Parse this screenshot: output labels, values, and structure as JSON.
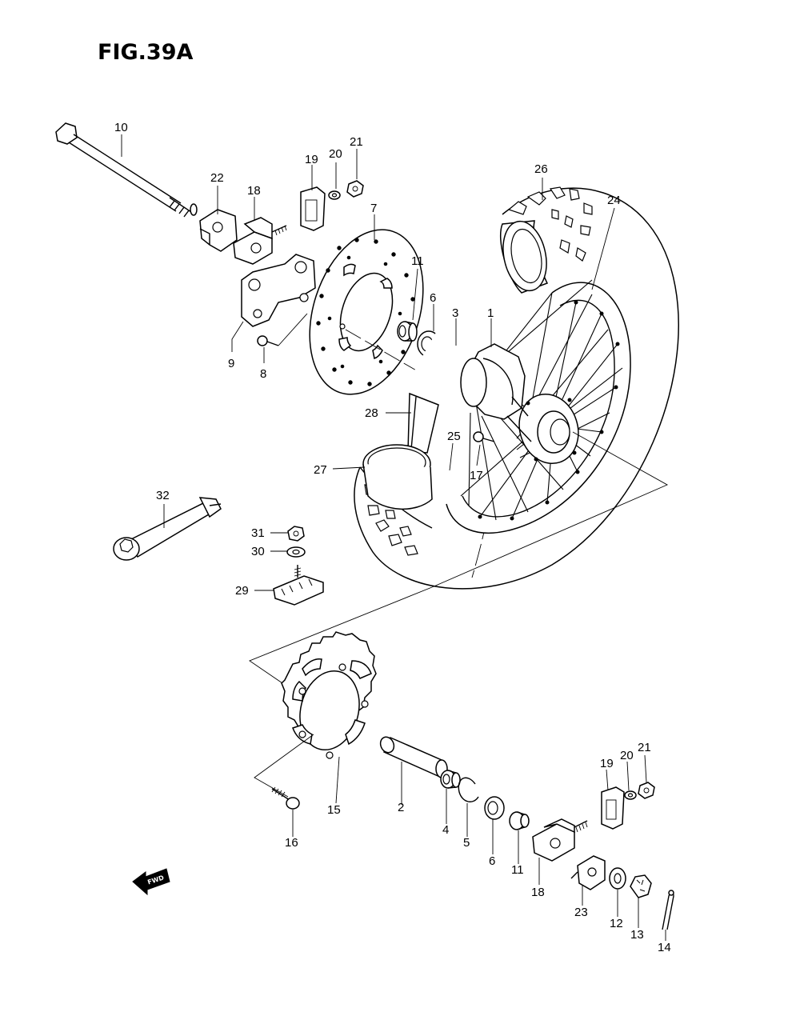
{
  "figure": {
    "title": "FIG.39A"
  },
  "fwd_badge": {
    "label": "FWD"
  },
  "callouts": [
    {
      "id": "c10a",
      "text": "10"
    },
    {
      "id": "c19a",
      "text": "19"
    },
    {
      "id": "c20a",
      "text": "20"
    },
    {
      "id": "c21a",
      "text": "21"
    },
    {
      "id": "c22",
      "text": "22"
    },
    {
      "id": "c18a",
      "text": "18"
    },
    {
      "id": "c26",
      "text": "26"
    },
    {
      "id": "c24",
      "text": "24"
    },
    {
      "id": "c7",
      "text": "7"
    },
    {
      "id": "c11a",
      "text": "11"
    },
    {
      "id": "c6a",
      "text": "6"
    },
    {
      "id": "c3",
      "text": "3"
    },
    {
      "id": "c1",
      "text": "1"
    },
    {
      "id": "c9",
      "text": "9"
    },
    {
      "id": "c8",
      "text": "8"
    },
    {
      "id": "c28",
      "text": "28"
    },
    {
      "id": "c25",
      "text": "25"
    },
    {
      "id": "c17",
      "text": "17"
    },
    {
      "id": "c27",
      "text": "27"
    },
    {
      "id": "c32",
      "text": "32"
    },
    {
      "id": "c31",
      "text": "31"
    },
    {
      "id": "c30",
      "text": "30"
    },
    {
      "id": "c29",
      "text": "29"
    },
    {
      "id": "c19b",
      "text": "19"
    },
    {
      "id": "c20b",
      "text": "20"
    },
    {
      "id": "c21b",
      "text": "21"
    },
    {
      "id": "c15",
      "text": "15"
    },
    {
      "id": "c2",
      "text": "2"
    },
    {
      "id": "c4",
      "text": "4"
    },
    {
      "id": "c5",
      "text": "5"
    },
    {
      "id": "c6b",
      "text": "6"
    },
    {
      "id": "c11b",
      "text": "11"
    },
    {
      "id": "c16",
      "text": "16"
    },
    {
      "id": "c18b",
      "text": "18"
    },
    {
      "id": "c23",
      "text": "23"
    },
    {
      "id": "c12",
      "text": "12"
    },
    {
      "id": "c13",
      "text": "13"
    },
    {
      "id": "c14",
      "text": "14"
    }
  ]
}
